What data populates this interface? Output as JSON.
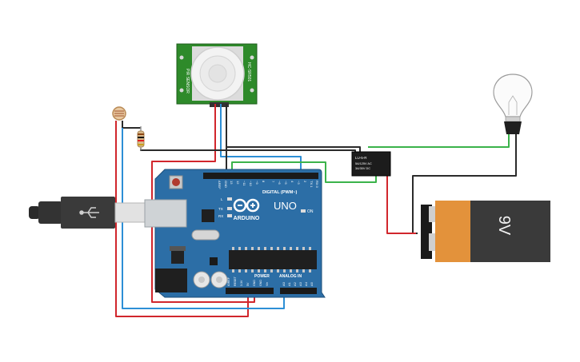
{
  "colors": {
    "wire_red": "#d1262c",
    "wire_black": "#2b2b2b",
    "wire_blue": "#2d8fd6",
    "wire_green": "#3bb34a",
    "board": "#2c6ea6",
    "pir_board": "#2e8a2a",
    "battery_orange": "#e3923b",
    "battery_black": "#3a3a3a"
  },
  "arduino": {
    "brand": "ARDUINO",
    "model": "UNO",
    "digital_label": "DIGITAL (PWM~)",
    "power_label": "POWER",
    "analog_label": "ANALOG IN",
    "on_label": "ON",
    "tx_label": "TX",
    "rx_label": "RX",
    "l_label": "L",
    "aref_label": "AREF",
    "gnd_label": "GND",
    "digital_pins": [
      "13",
      "12",
      "~11",
      "~10",
      "~9",
      "8",
      "7",
      "~6",
      "~5",
      "4",
      "~3",
      "2",
      "TX 1",
      "RX 0"
    ],
    "power_pins": [
      "IOREF",
      "RESET",
      "3.3V",
      "5V",
      "GND",
      "GND",
      "Vin"
    ],
    "analog_pins": [
      "A0",
      "A1",
      "A2",
      "A3",
      "A4",
      "A5"
    ]
  },
  "relay": {
    "line1": "LU-5-R",
    "line2": "5A/125V AC",
    "line3": "3A/30V DC"
  },
  "pir": {
    "left_text": "PIR SENSOR",
    "right_text": "HC-SR501"
  },
  "battery": {
    "label": "9V"
  },
  "icons": {
    "usb": "usb-icon",
    "bulb": "light-bulb-icon",
    "photoresistor": "photoresistor-icon",
    "resistor": "resistor-icon"
  }
}
